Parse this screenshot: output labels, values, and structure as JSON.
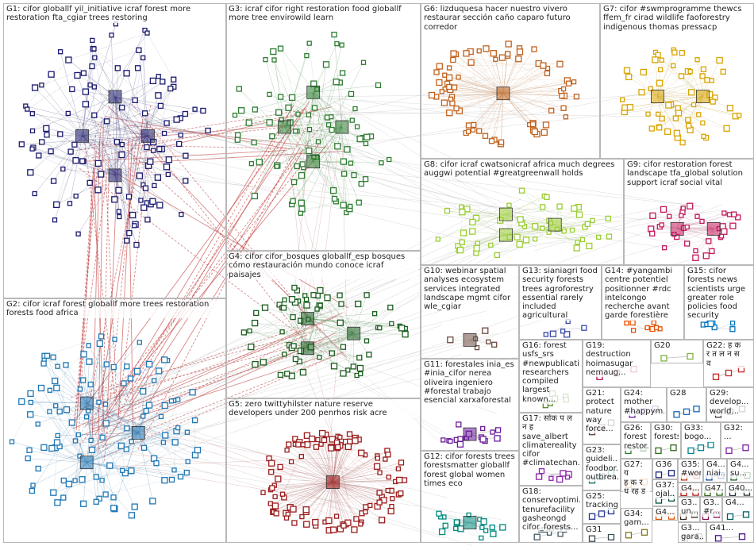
{
  "groups": [
    {
      "id": "G1",
      "label": "G1: cifor globallf yil_initiative icraf forest more\nrestoration fta_cgiar trees restoring",
      "color": "#1a1a6e",
      "edge": "#5a5a8a"
    },
    {
      "id": "G2",
      "label": "G2: cifor icraf forest globallf more trees restoration\nforests food africa",
      "color": "#1f77b4",
      "edge": "#5b8fb5"
    },
    {
      "id": "G3",
      "label": "G3: icraf cifor right restoration food globallf\nmore tree envirowild learn",
      "color": "#2e7d32",
      "edge": "#6b9b6b"
    },
    {
      "id": "G4",
      "label": "G4: cifor cifor_bosques globallf_esp bosques\ncómo restauración mundo conoce icraf\npaisajes",
      "color": "#1b5e20",
      "edge": "#6b9b6b"
    },
    {
      "id": "G5",
      "label": "G5: zero twittyhilster nature reserve\ndevelopers under 200 penrhos risk acre",
      "color": "#9b1c1c",
      "edge": "#b06a6a"
    },
    {
      "id": "G6",
      "label": "G6: lizduquesa hacer nuestro vivero\nrestaurar sección caño caparo futuro\ncorredor",
      "color": "#c0621e",
      "edge": "#c79a74"
    },
    {
      "id": "G7",
      "label": "G7: cifor #swmprogramme thewcs\nffem_fr cirad wildlife faoforestry\nindigenous thomas pressacp",
      "color": "#d8a400",
      "edge": "#cdb66a"
    },
    {
      "id": "G8",
      "label": "G8: cifor icraf cwatsonicraf africa much degrees\nauggwi potential #greatgreenwall holds",
      "color": "#9acd32",
      "edge": "#a9c47a"
    },
    {
      "id": "G9",
      "label": "G9: cifor restoration forest\nlandscape tfa_global solution\nsupport icraf social vital",
      "color": "#c2185b",
      "edge": "#c58aa2"
    },
    {
      "id": "G10",
      "label": "G10: webinar spatial\nanalyses ecosystem\nservices integrated\nlandscape mgmt cifor\nwle_cgiar",
      "color": "#6d4c41",
      "edge": "#998"
    },
    {
      "id": "G11",
      "label": "G11: forestales inia_es\n#inia_cifor nerea\noliveira ingeniero\n#forestal trabajo\nesencial xarxaforestal",
      "color": "#6a1b9a",
      "edge": "#a98"
    },
    {
      "id": "G12",
      "label": "G12: cifor forests trees\nforestsmatter globallf\nforest global women\ntimes eco",
      "color": "#00897b",
      "edge": "#8ab"
    },
    {
      "id": "G13",
      "label": "G13: sianiagri food\nsecurity forests\ntrees agroforestry\nessential rarely\nincluded\nagricultural",
      "color": "#3949ab",
      "edge": "#99a"
    },
    {
      "id": "G14",
      "label": "G14: #yangambi\ncentre potentiel\npositionner #rdc\nintelcongo\nrecherche avant\ngarde forestière",
      "color": "#e65100",
      "edge": "#ba9"
    },
    {
      "id": "G15",
      "label": "G15: cifor\nforests news\nscientists urge\ngreater role\npolicies food\nsecurity",
      "color": "#0277bd",
      "edge": "#99b"
    },
    {
      "id": "G16",
      "label": "G16: forest\nusfs_srs\n#newpublicati...\nresearchers\ncompiled\nlargest known...",
      "color": "#558b2f",
      "edge": "#aa9"
    },
    {
      "id": "G17",
      "label": "G17: सोंक प ल\nन ह\nsave_albert\nclimatereality\ncifor\n#climatechan...",
      "color": "#8e24aa",
      "edge": "#a9a"
    },
    {
      "id": "G18",
      "label": "G18:\nconservoptimi...\ntenurefacility\ngasheongd\ncifor_forests...",
      "color": "#455a64",
      "edge": "#999"
    },
    {
      "id": "G19",
      "label": "G19:\ndestruction\nhoimasugar\nnemaug...",
      "color": "#ad1457",
      "edge": "#a99"
    },
    {
      "id": "G20",
      "label": "G20",
      "color": "#7cb342",
      "edge": "#aaa"
    },
    {
      "id": "G21",
      "label": "G21:\nprotect\nnature\nway\nforce...",
      "color": "#5d4037",
      "edge": "#aaa"
    },
    {
      "id": "G22",
      "label": "G22: ह क\nर त ल न स\nव",
      "color": "#c62828",
      "edge": "#aaa"
    },
    {
      "id": "G23",
      "label": "G23:\nguideli...\nfoodbor...\noutbrea...",
      "color": "#00695c",
      "edge": "#aaa"
    },
    {
      "id": "G24",
      "label": "G24:\nmother\n#happym...",
      "color": "#6a1b9a",
      "edge": "#aaa"
    },
    {
      "id": "G25",
      "label": "G25:\ntracking",
      "color": "#283593",
      "edge": "#aaa"
    },
    {
      "id": "G26",
      "label": "G26:\nforest\nrestor...",
      "color": "#2e7d32",
      "edge": "#aaa"
    },
    {
      "id": "G27",
      "label": "G27: य\nह क र\nध रह ड",
      "color": "#ef6c00",
      "edge": "#aaa"
    },
    {
      "id": "G28",
      "label": "G28",
      "color": "#1565c0",
      "edge": "#aaa"
    },
    {
      "id": "G29",
      "label": "G29:\ndevelop...\nworld...",
      "color": "#4e342e",
      "edge": "#aaa"
    },
    {
      "id": "G30",
      "label": "G30:\nforests...",
      "color": "#33691e",
      "edge": "#aaa"
    },
    {
      "id": "G31",
      "label": "G31",
      "color": "#37474f",
      "edge": "#aaa"
    },
    {
      "id": "G32",
      "label": "G32:\n...",
      "color": "#7b1fa2",
      "edge": "#aaa"
    },
    {
      "id": "G33",
      "label": "G33:\nbogo...",
      "color": "#00838f",
      "edge": "#aaa"
    },
    {
      "id": "G34",
      "label": "G34:\ngam...",
      "color": "#827717",
      "edge": "#aaa"
    },
    {
      "id": "G35",
      "label": "G35:\n#worl...",
      "color": "#bf360c",
      "edge": "#aaa"
    },
    {
      "id": "G36",
      "label": "G36",
      "color": "#1a237e",
      "edge": "#aaa"
    },
    {
      "id": "G37",
      "label": "G37:\nojal...",
      "color": "#004d40",
      "edge": "#aaa"
    },
    {
      "id": "G38",
      "label": "G3...\nun...",
      "color": "#3e2723",
      "edge": "#aaa"
    },
    {
      "id": "G39",
      "label": "G3...\n#r...",
      "color": "#880e4f",
      "edge": "#aaa"
    },
    {
      "id": "G40",
      "label": "G40...",
      "color": "#263238",
      "edge": "#aaa"
    },
    {
      "id": "G41",
      "label": "G41...",
      "color": "#4a148c",
      "edge": "#aaa"
    },
    {
      "id": "G42",
      "label": "G4...\nniai...",
      "color": "#0d47a1",
      "edge": "#aaa"
    },
    {
      "id": "G43",
      "label": "G4...\nsu...",
      "color": "#1b5e20",
      "edge": "#aaa"
    },
    {
      "id": "G44",
      "label": "G4...",
      "color": "#b71c1c",
      "edge": "#aaa"
    },
    {
      "id": "G45",
      "label": "G4...",
      "color": "#e65100",
      "edge": "#aaa"
    },
    {
      "id": "G46",
      "label": "G4...",
      "color": "#006064",
      "edge": "#aaa"
    },
    {
      "id": "G47",
      "label": "G47...",
      "color": "#33691e",
      "edge": "#aaa"
    },
    {
      "id": "G48",
      "label": "G3...\ngara...",
      "color": "#5d4037",
      "edge": "#aaa"
    }
  ]
}
